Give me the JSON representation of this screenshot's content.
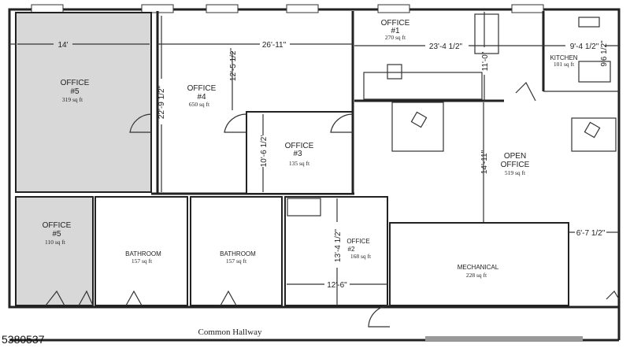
{
  "rooms": {
    "office5_top": {
      "name": "OFFICE",
      "number": "#5",
      "area": "319 sq ft"
    },
    "office4": {
      "name": "OFFICE",
      "number": "#4",
      "area": "650 sq ft"
    },
    "office3": {
      "name": "OFFICE",
      "number": "#3",
      "area": "135 sq ft"
    },
    "office1": {
      "name": "OFFICE",
      "number": "#1",
      "area": "270 sq ft"
    },
    "kitchen": {
      "name": "KITCHEN",
      "area": "101 sq ft"
    },
    "open_office": {
      "name": "OPEN",
      "name2": "OFFICE",
      "area": "519 sq ft"
    },
    "office5_bottom": {
      "name": "OFFICE",
      "number": "#5",
      "area": "110 sq ft"
    },
    "bathroom1": {
      "name": "BATHROOM",
      "area": "157 sq ft"
    },
    "bathroom2": {
      "name": "BATHROOM",
      "area": "157 sq ft"
    },
    "office2": {
      "name": "OFFICE",
      "number": "#2",
      "area": "168 sq ft"
    },
    "mechanical": {
      "name": "MECHANICAL",
      "area": "228 sq ft"
    }
  },
  "dimensions": {
    "office5_width": "14'",
    "office4_width": "26'-11\"",
    "office4_depth": "12'-5 1/2\"",
    "office5_depth": "22'-9 1/2\"",
    "office3_depth": "10'-6 1/2'",
    "office1_width": "23'-4 1/2\"",
    "office1_depth": "11'-0\"",
    "kitchen_width": "9'-4 1/2\"",
    "kitchen_depth": "9'6 1/2\"",
    "open_office_depth": "14'-11\"",
    "mechanical_gap": "6'-7 1/2\"",
    "office2_depth": "13'-4 1/2\"",
    "office2_width": "12'-6\""
  },
  "hallway": {
    "label": "Common Hallway"
  },
  "listing_id": "5380537",
  "colors": {
    "shaded_room": "#d8d8d8",
    "wall": "#222222"
  }
}
